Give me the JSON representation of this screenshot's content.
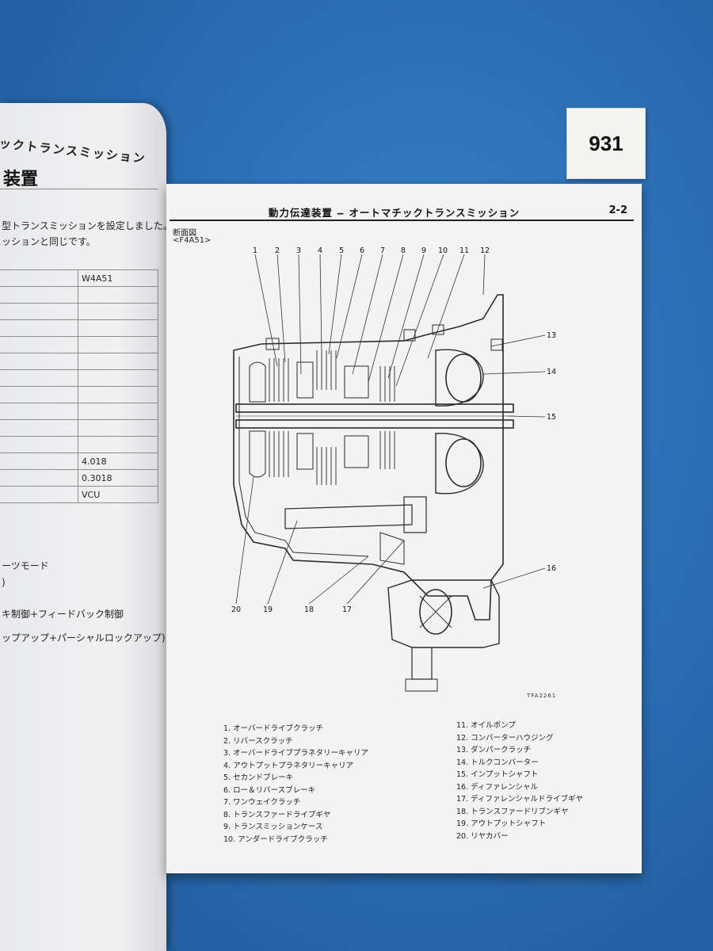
{
  "sticker": {
    "number": "931"
  },
  "left_page": {
    "header": "ックトランスミッション",
    "heading": "装置",
    "intro_line1": "型トランスミッションを設定しました。",
    "intro_line2": "ッションと同じです。",
    "table_rows": [
      {
        "label": "",
        "value": "W4A51"
      },
      {
        "label": "",
        "value": ""
      },
      {
        "label": "",
        "value": ""
      },
      {
        "label": "",
        "value": ""
      },
      {
        "label": "",
        "value": ""
      },
      {
        "label": "",
        "value": ""
      },
      {
        "label": "",
        "value": ""
      },
      {
        "label": "",
        "value": ""
      },
      {
        "label": "",
        "value": ""
      },
      {
        "label": "",
        "value": ""
      },
      {
        "label": "",
        "value": ""
      },
      {
        "label": "",
        "value": "4.018"
      },
      {
        "label": "",
        "value": "0.3018"
      },
      {
        "label": "",
        "value": "VCU"
      }
    ],
    "text_sports_mode": "ーツモード",
    "text_paren": ")",
    "text_feedback": "キ制御+フィードバック制御",
    "text_lockup": "ップアップ+パーシャルロックアップ)"
  },
  "right_page": {
    "header": "動力伝達装置 ‒ オートマチックトランスミッション",
    "page_number": "2-2",
    "section": "断面図",
    "model": "<F4A51>",
    "figure_id": "TFA2261",
    "callouts": [
      "1",
      "2",
      "3",
      "4",
      "5",
      "6",
      "7",
      "8",
      "9",
      "10",
      "11",
      "12",
      "13",
      "14",
      "15",
      "16",
      "17",
      "18",
      "19",
      "20"
    ],
    "parts_left": [
      "1. オーバードライブクラッチ",
      "2. リバースクラッチ",
      "3. オーバードライブプラネタリーキャリア",
      "4. アウトプットプラネタリーキャリア",
      "5. セカンドブレーキ",
      "6. ロー＆リバースブレーキ",
      "7. ワンウェイクラッチ",
      "8. トランスファードライブギヤ",
      "9. トランスミッションケース",
      "10. アンダードライブクラッチ"
    ],
    "parts_right": [
      "11. オイルポンプ",
      "12. コンバーターハウジング",
      "13. ダンパークラッチ",
      "14. トルクコンバーター",
      "15. インプットシャフト",
      "16. ディファレンシャル",
      "17. ディファレンシャルドライブギヤ",
      "18. トランスファードリブンギヤ",
      "19. アウトプットシャフト",
      "20. リヤカバー"
    ]
  }
}
